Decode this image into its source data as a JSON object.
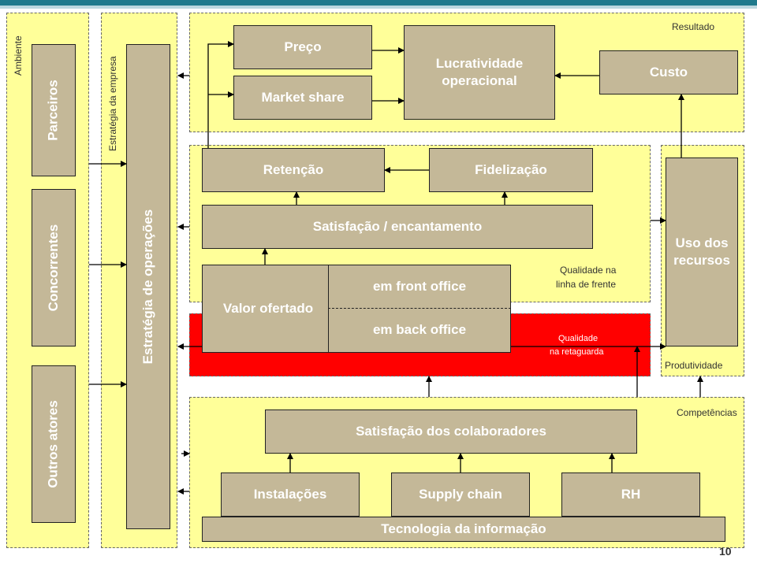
{
  "labels": {
    "ambiente": "Ambiente",
    "estrategia_empresa": "Estratégia da empresa",
    "resultado": "Resultado",
    "qualidade_frente_1": "Qualidade na",
    "qualidade_frente_2": "linha de frente",
    "qualidade_retaguarda_1": "Qualidade",
    "qualidade_retaguarda_2": "na retaguarda",
    "produtividade": "Produtividade",
    "competencias": "Competências"
  },
  "boxes": {
    "parceiros": "Parceiros",
    "concorrentes": "Concorrentes",
    "outros_atores": "Outros atores",
    "estrategia_operacoes": "Estratégia de operações",
    "preco": "Preço",
    "market_share": "Market share",
    "lucratividade_1": "Lucratividade",
    "lucratividade_2": "operacional",
    "custo": "Custo",
    "retencao": "Retenção",
    "fidelizacao": "Fidelização",
    "satisfacao": "Satisfação / encantamento",
    "valor_ofertado": "Valor ofertado",
    "front_office": "em front office",
    "back_office": "em back office",
    "uso_recursos_1": "Uso dos",
    "uso_recursos_2": "recursos",
    "satisfacao_colaboradores": "Satisfação dos colaboradores",
    "instalacoes": "Instalações",
    "supply_chain": "Supply chain",
    "rh": "RH",
    "tecnologia": "Tecnologia da informação"
  },
  "page_number": "10",
  "colors": {
    "panel": "#ffff99",
    "retaguarda": "#ff0000",
    "box": "#c4b898",
    "box_text": "#ffffff",
    "header": "#1f7a8c"
  }
}
